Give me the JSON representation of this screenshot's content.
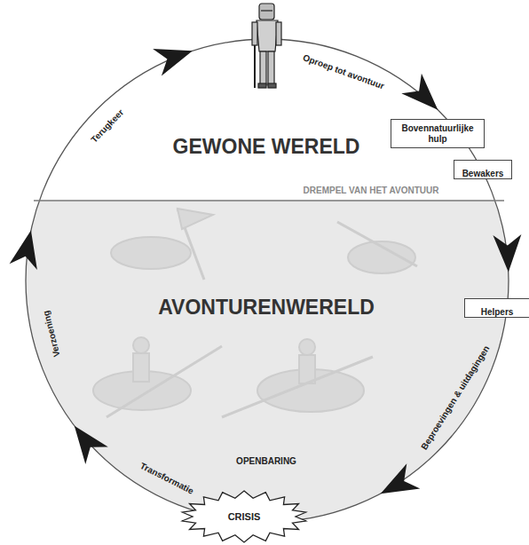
{
  "diagram": {
    "nodes": [
      {
        "text": [
          "Bovennatuurlijke hulp"
        ]
      },
      {
        "text": [
          "Bewakers"
        ]
      },
      {
        "text": [
          "Helpers"
        ]
      },
      {
        "text": [
          "CRISIS"
        ]
      }
    ],
    "labels": [
      "GEWONE WERELD",
      "AVONTURENWERELD",
      "DREMPEL VAN HET AVONTUUR",
      "Oproep tot avontuur",
      "Terugkeer",
      "Verzoening",
      "Transformatie",
      "Beproevingen & uitdagingen",
      "OPENBARING"
    ]
  }
}
